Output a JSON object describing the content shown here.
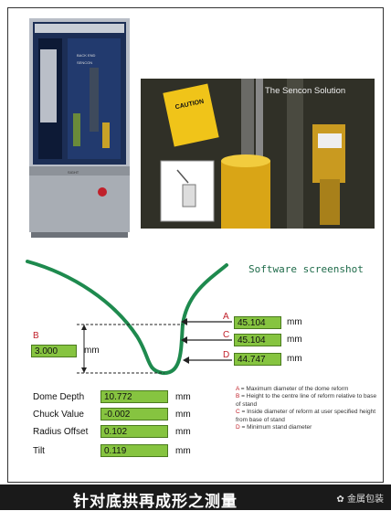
{
  "photo_caption": "The Sencon Solution",
  "machine": {
    "panel_text_1": "BACK END",
    "panel_text_2": "SENCON",
    "panel_text_3": "SIGHT"
  },
  "software_title": "Software screenshot",
  "diagram": {
    "letter_a": "A",
    "letter_b": "B",
    "letter_c": "C",
    "letter_d": "D",
    "b_value": "3.000",
    "b_unit": "mm",
    "a_value": "45.104",
    "a_unit": "mm",
    "c_value": "45.104",
    "c_unit": "mm",
    "d_value": "44.747",
    "d_unit": "mm"
  },
  "measurements": [
    {
      "label": "Dome Depth",
      "value": "10.772",
      "unit": "mm"
    },
    {
      "label": "Chuck Value",
      "value": "-0.002",
      "unit": "mm"
    },
    {
      "label": "Radius Offset",
      "value": "0.102",
      "unit": "mm"
    },
    {
      "label": "Tilt",
      "value": "0.119",
      "unit": "mm"
    }
  ],
  "legend": [
    {
      "key": "A",
      "text": "= Maximum diameter of the dome reform"
    },
    {
      "key": "B",
      "text": "= Height to the centre line of reform relative to base of stand"
    },
    {
      "key": "C",
      "text": "= Inside diameter of reform at user specified height from base of stand"
    },
    {
      "key": "D",
      "text": "= Minimum stand diameter"
    }
  ],
  "caption": "针对底拱再成形之测量",
  "watermark": "金属包装",
  "caution_label": "CAUTION",
  "colors": {
    "curve": "#1e8a4e",
    "value_box": "#86c440",
    "letters": "#c0202a",
    "caption_bg": "#1a1a1a"
  }
}
